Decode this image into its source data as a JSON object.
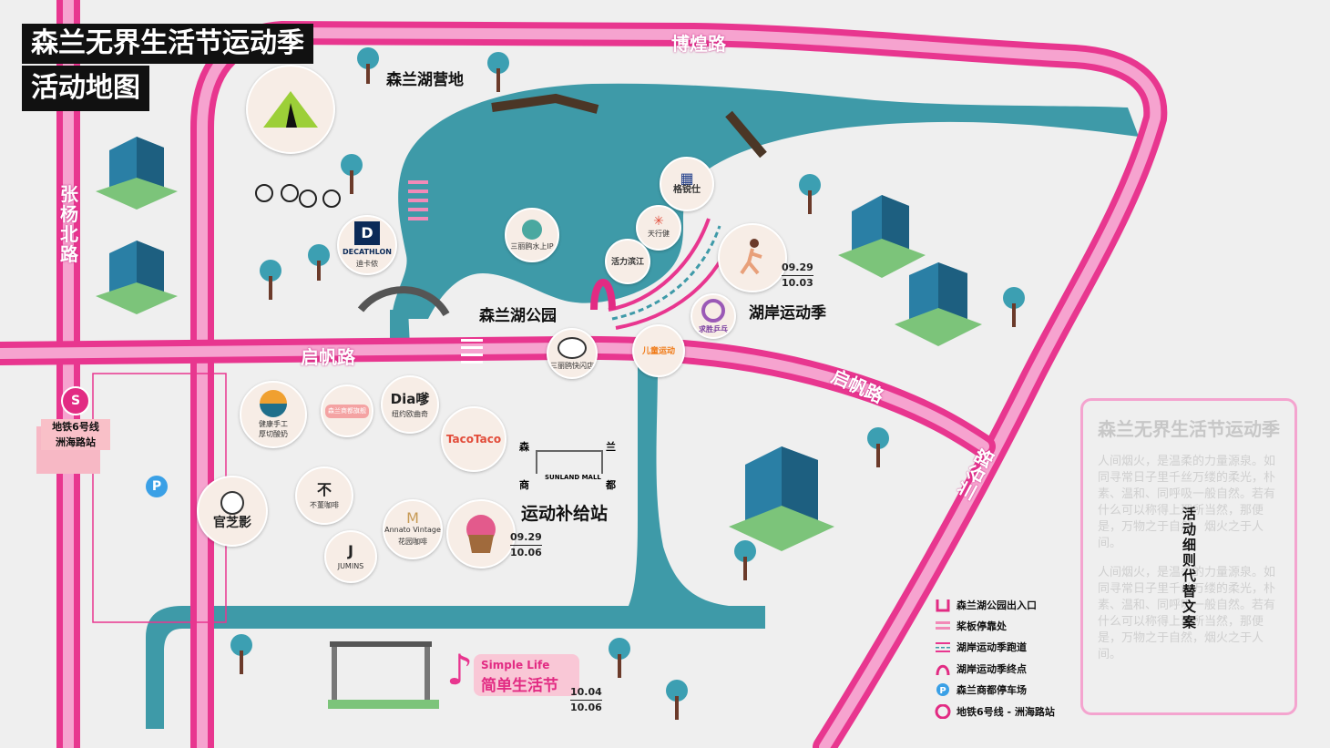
{
  "title": {
    "line1": "森兰无界生活节运动季",
    "line2": "活动地图"
  },
  "roads": {
    "bohuang": "博煌路",
    "zhangyang": "张杨北路",
    "qifan_left": "启帆路",
    "qifan_right": "启帆路",
    "lan": "兰谷路"
  },
  "places": {
    "camp": "森兰湖营地",
    "park": "森兰湖公园",
    "shore": "湖岸运动季",
    "supply": "运动补给站"
  },
  "pois": {
    "decathlon_logo": "D",
    "decathlon_brand": "DECATHLON",
    "decathlon_cn": "迪卡侬",
    "geruishi": "格锐仕",
    "tianxingjian": "天行健",
    "huolibinjiang": "活力滨江",
    "water_ip": "三丽鸥水上IP",
    "qiusheng": "求胜乒乓",
    "kitty_cap": "三丽鸥快闪店",
    "kids": "儿童运动",
    "handmade": "健康手工\n厚切酸奶",
    "pink_label": "森兰商都旗舰",
    "dia_logo": "Dia嗲",
    "dia_cap": "纽约欧曲奇",
    "taco": "TacoTaco",
    "guanzhiying": "官芝影",
    "buzhong": "不董咖啡",
    "annato": "Annato Vintage",
    "annato_cn": "花园咖啡",
    "jumins": "JUMINS",
    "mall_name": "SUNLAND MALL",
    "mall_chars": [
      "森",
      "兰",
      "商",
      "都"
    ]
  },
  "dates": {
    "shore_start": "09.29",
    "shore_end": "10.03",
    "supply_start": "09.29",
    "supply_end": "10.06",
    "simple_start": "10.04",
    "simple_end": "10.06"
  },
  "metro": {
    "line": "地铁6号线",
    "station": "洲海路站"
  },
  "parking_symbol": "P",
  "simple_life": {
    "en": "Simple Life",
    "cn": "简单生活节"
  },
  "legend": [
    {
      "icon": "entrance-icon",
      "label": "森兰湖公园出入口"
    },
    {
      "icon": "paddle-dock-icon",
      "label": "桨板停靠处"
    },
    {
      "icon": "running-track-icon",
      "label": "湖岸运动季跑道"
    },
    {
      "icon": "finish-arch-icon",
      "label": "湖岸运动季终点"
    },
    {
      "icon": "parking-icon",
      "label": "森兰商都停车场"
    },
    {
      "icon": "metro-icon",
      "label": "地铁6号线 - 洲海路站"
    }
  ],
  "info": {
    "title": "森兰无界生活节运动季",
    "para1": "人间烟火，是温柔的力量源泉。如同寻常日子里千丝万缕的柔光，朴素、温和、同呼吸一般自然。若有什么可以称得上理所当然，那便是，万物之于自然，烟火之于人间。",
    "para2": "人间烟火，是温柔的力量源泉。如同寻常日子里千丝万缕的柔光，朴素、温和、同呼吸一般自然。若有什么可以称得上理所当然，那便是，万物之于自然，烟火之于人间。",
    "vertical": "活动细则代替文案"
  },
  "colors": {
    "road": "#e8368f",
    "water": "#3e9aa8",
    "tree": "#3c9fb2",
    "building": "#2a7fa5"
  }
}
